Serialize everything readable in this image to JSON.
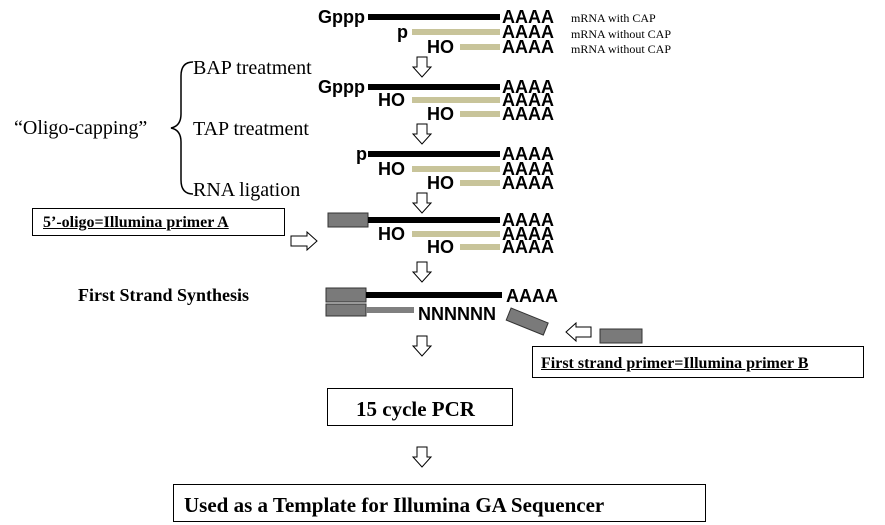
{
  "labels": {
    "gppp": "Gppp",
    "p": "p",
    "ho": "HO",
    "polya": "AAAA",
    "nnnnnn": "NNNNNN"
  },
  "legend": {
    "mrna_with_cap": "mRNA with CAP",
    "mrna_without_cap_1": "mRNA without CAP",
    "mrna_without_cap_2": "mRNA without CAP"
  },
  "steps": {
    "oligo_capping": "“Oligo-capping”",
    "bap": "BAP treatment",
    "tap": "TAP treatment",
    "ligation": "RNA ligation",
    "first_strand": "First Strand Synthesis"
  },
  "boxes": {
    "primer_a": "5’-oligo=Illumina primer A",
    "primer_b": "First strand primer=Illumina primer B",
    "pcr": "15 cycle PCR",
    "template": "Used as a Template for Illumina GA Sequencer"
  },
  "colors": {
    "mrna_cap": "#000000",
    "mrna_nocap": "#c8c49a",
    "oligo": "#7a7a7a",
    "strand2": "#808080"
  }
}
